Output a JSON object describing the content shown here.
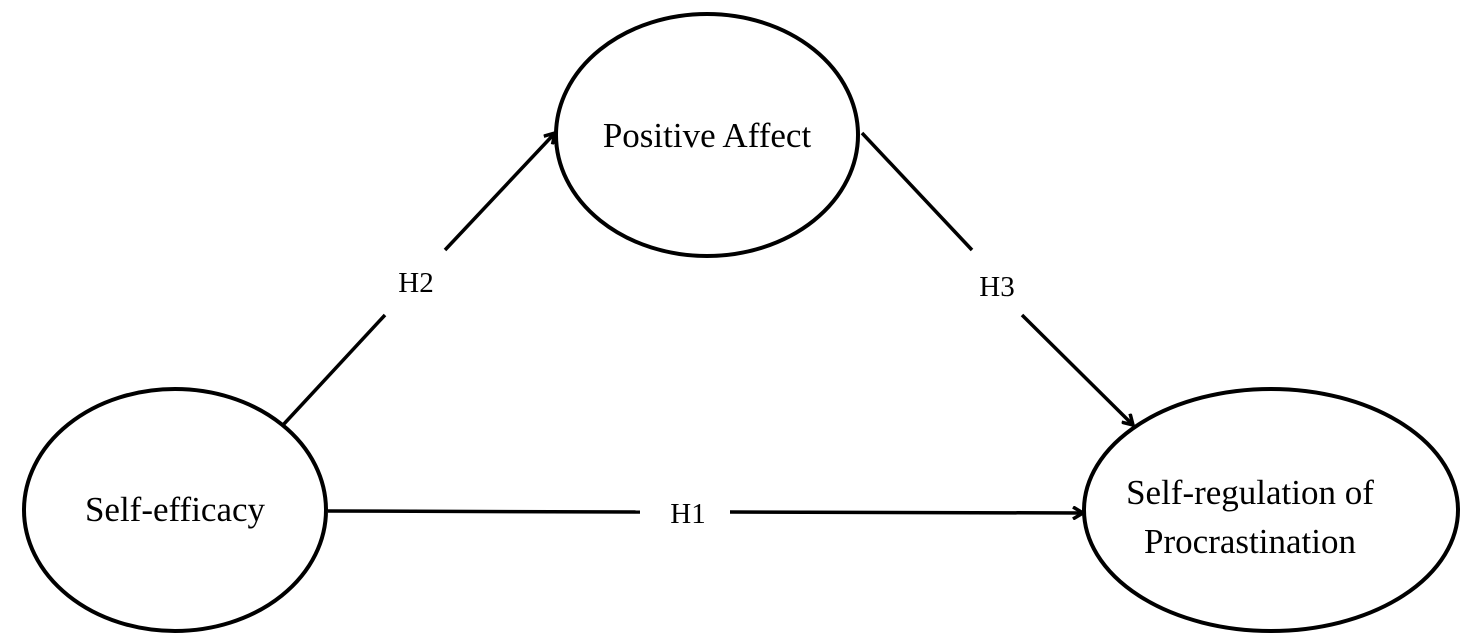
{
  "nodes": {
    "positive_affect": {
      "label": "Positive Affect"
    },
    "self_efficacy": {
      "label": "Self-efficacy"
    },
    "self_regulation": {
      "label_line1": "Self-regulation of",
      "label_line2": "Procrastination"
    }
  },
  "edges": {
    "h1": {
      "label": "H1"
    },
    "h2": {
      "label": "H2"
    },
    "h3": {
      "label": "H3"
    }
  },
  "colors": {
    "stroke": "#000000",
    "background": "#ffffff"
  }
}
